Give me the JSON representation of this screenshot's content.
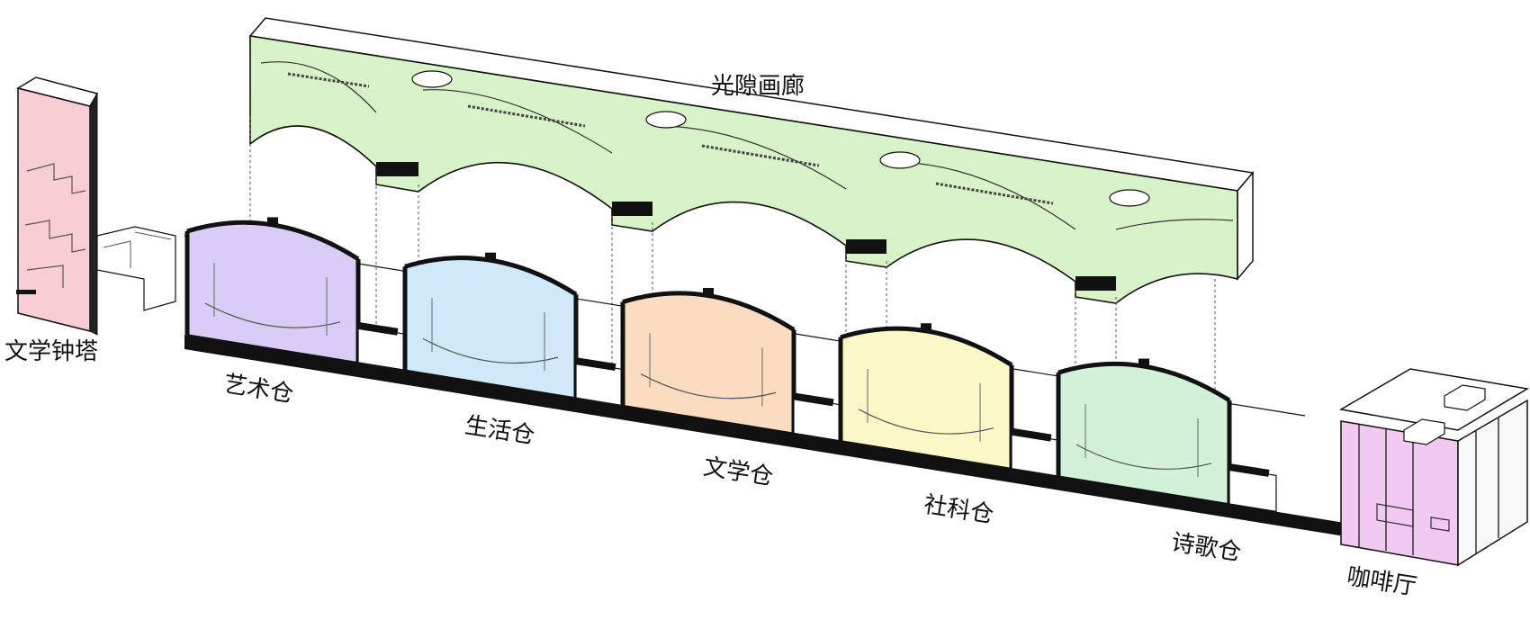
{
  "diagram": {
    "gallery_label": "光隙画廊",
    "tower_label": "文学钟塔",
    "cafe_label": "咖啡厅",
    "rooms": [
      {
        "label": "艺术仓",
        "color": "#d9cdf7"
      },
      {
        "label": "生活仓",
        "color": "#cfe9f8"
      },
      {
        "label": "文学仓",
        "color": "#fbdcc0"
      },
      {
        "label": "社科仓",
        "color": "#fbf8c8"
      },
      {
        "label": "诗歌仓",
        "color": "#d2f1d9"
      }
    ],
    "colors": {
      "tower": "#f8cdd3",
      "gallery": "#d8f3c8",
      "cafe": "#f1c9f1",
      "line": "#111111",
      "wall": "#ffffff"
    }
  }
}
